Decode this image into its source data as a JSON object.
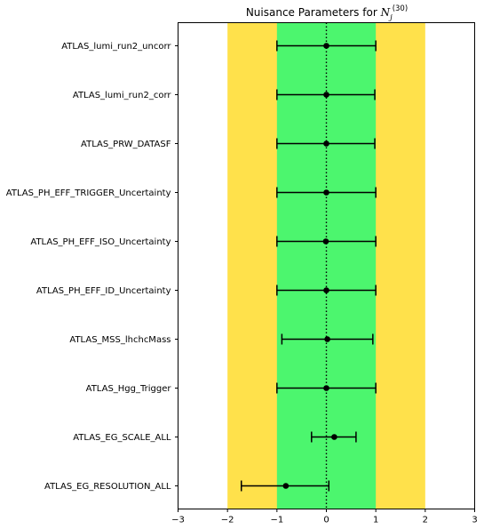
{
  "chart_data": {
    "type": "scatter",
    "title": {
      "prefix": "Nuisance Parameters for ",
      "symbol": "N",
      "subscript": "j",
      "superscript": "(30)"
    },
    "xlim": [
      -3,
      3
    ],
    "xticks": [
      -3,
      -2,
      -1,
      0,
      1,
      2,
      3
    ],
    "xtick_labels": [
      "−3",
      "−2",
      "−1",
      "0",
      "1",
      "2",
      "3"
    ],
    "bands": [
      {
        "name": "2sigma",
        "from": -2,
        "to": 2,
        "color": "#FFE14B"
      },
      {
        "name": "1sigma",
        "from": -1,
        "to": 1,
        "color": "#4CF66E"
      }
    ],
    "reference_line": {
      "x": 0,
      "style": "dotted",
      "color": "#000000"
    },
    "marker_color": "#000000",
    "parameters": [
      {
        "name": "ATLAS_lumi_run2_uncorr",
        "value": 0.0,
        "err_low": 1.0,
        "err_high": 1.0
      },
      {
        "name": "ATLAS_lumi_run2_corr",
        "value": 0.0,
        "err_low": 1.0,
        "err_high": 0.98
      },
      {
        "name": "ATLAS_PRW_DATASF",
        "value": 0.0,
        "err_low": 1.0,
        "err_high": 0.98
      },
      {
        "name": "ATLAS_PH_EFF_TRIGGER_Uncertainty",
        "value": 0.0,
        "err_low": 1.0,
        "err_high": 1.0
      },
      {
        "name": "ATLAS_PH_EFF_ISO_Uncertainty",
        "value": -0.01,
        "err_low": 0.99,
        "err_high": 1.01
      },
      {
        "name": "ATLAS_PH_EFF_ID_Uncertainty",
        "value": 0.0,
        "err_low": 1.0,
        "err_high": 1.0
      },
      {
        "name": "ATLAS_MSS_lhchcMass",
        "value": 0.02,
        "err_low": 0.92,
        "err_high": 0.92
      },
      {
        "name": "ATLAS_Hgg_Trigger",
        "value": 0.0,
        "err_low": 1.0,
        "err_high": 1.0
      },
      {
        "name": "ATLAS_EG_SCALE_ALL",
        "value": 0.16,
        "err_low": 0.46,
        "err_high": 0.44
      },
      {
        "name": "ATLAS_EG_RESOLUTION_ALL",
        "value": -0.82,
        "err_low": 0.9,
        "err_high": 0.87
      }
    ]
  }
}
